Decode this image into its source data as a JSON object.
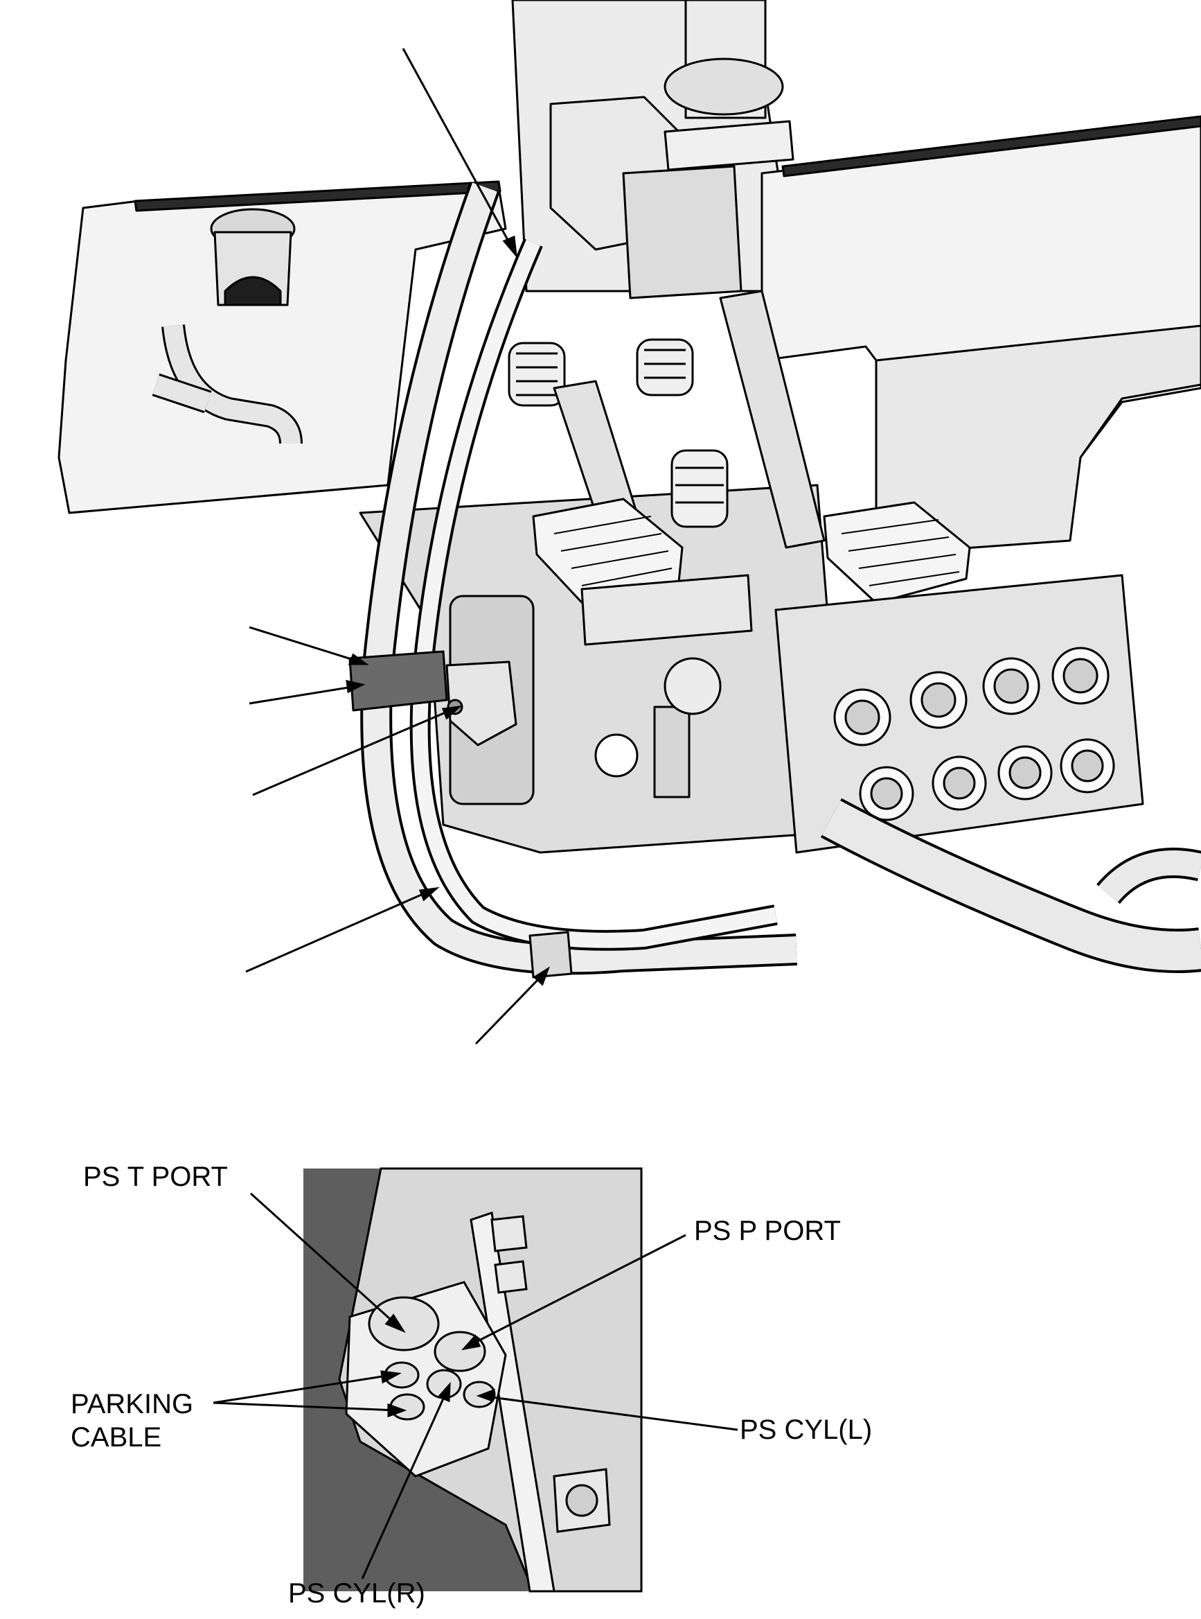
{
  "labels": {
    "ps_t_port": "PS T PORT",
    "ps_p_port": "PS P PORT",
    "parking_cable_line1": "PARKING",
    "parking_cable_line2": "CABLE",
    "ps_cyl_l": "PS CYL(L)",
    "ps_cyl_r": "PS CYL(R)"
  },
  "colors": {
    "line": "#000000",
    "part_fill": "#e2e2e2",
    "part_light": "#f2f2f2",
    "part_dark": "#8a8a8a",
    "inset_background": "#5e5e5e"
  }
}
